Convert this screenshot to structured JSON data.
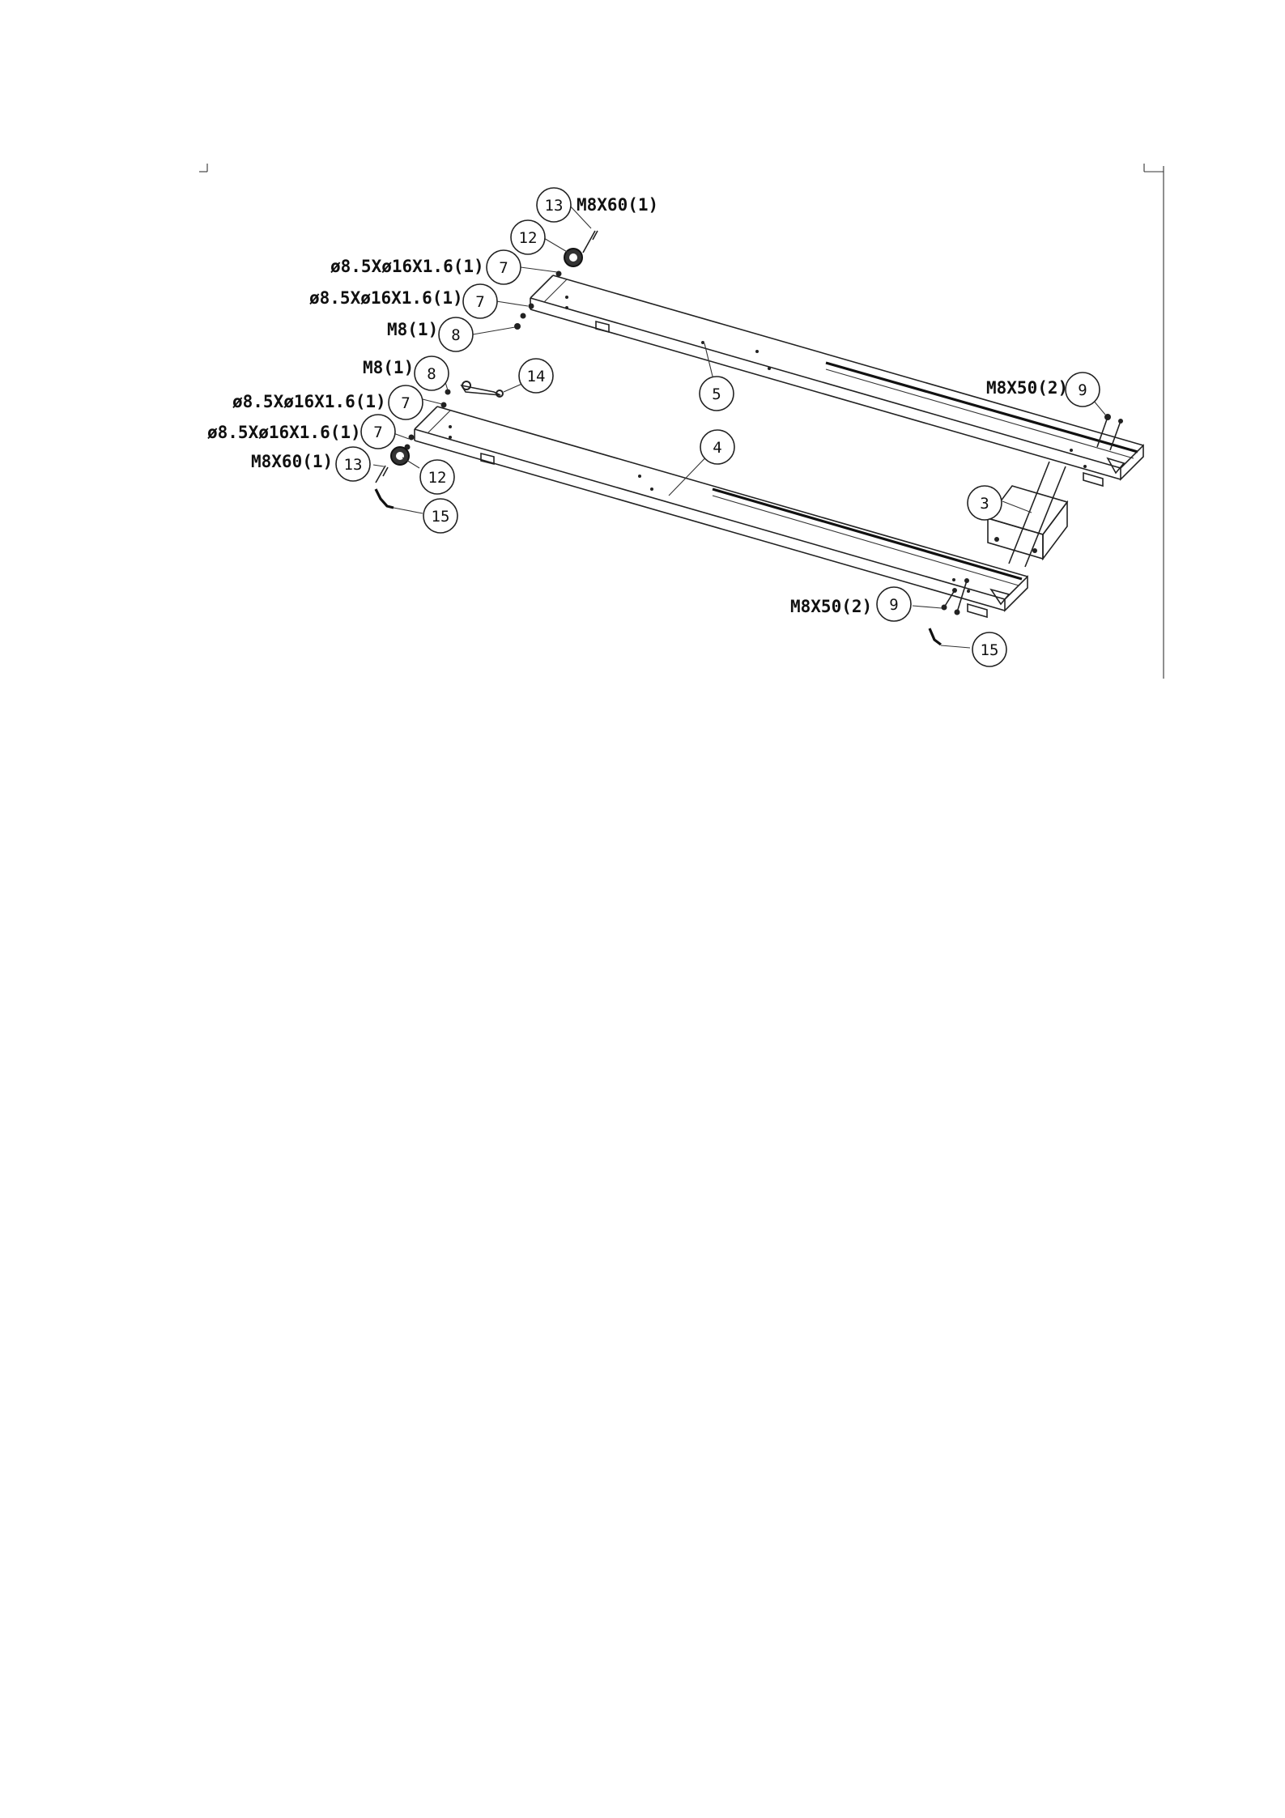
{
  "diagram": {
    "balloons": [
      {
        "id": "b13a",
        "number": "13"
      },
      {
        "id": "b12a",
        "number": "12"
      },
      {
        "id": "b7a",
        "number": "7"
      },
      {
        "id": "b7b",
        "number": "7"
      },
      {
        "id": "b8a",
        "number": "8"
      },
      {
        "id": "b5",
        "number": "5"
      },
      {
        "id": "b9a",
        "number": "9"
      },
      {
        "id": "b8b",
        "number": "8"
      },
      {
        "id": "b14",
        "number": "14"
      },
      {
        "id": "b7c",
        "number": "7"
      },
      {
        "id": "b7d",
        "number": "7"
      },
      {
        "id": "b4",
        "number": "4"
      },
      {
        "id": "b13b",
        "number": "13"
      },
      {
        "id": "b12b",
        "number": "12"
      },
      {
        "id": "b15a",
        "number": "15"
      },
      {
        "id": "b3",
        "number": "3"
      },
      {
        "id": "b9b",
        "number": "9"
      },
      {
        "id": "b15b",
        "number": "15"
      }
    ],
    "specs": [
      {
        "id": "s_m8x60_top",
        "text": "M8X60(1)"
      },
      {
        "id": "s_washer_1",
        "text": "ø8.5Xø16X1.6(1)"
      },
      {
        "id": "s_washer_2",
        "text": "ø8.5Xø16X1.6(1)"
      },
      {
        "id": "s_m8_top",
        "text": "M8(1)"
      },
      {
        "id": "s_m8x50_right",
        "text": "M8X50(2)"
      },
      {
        "id": "s_m8_mid",
        "text": "M8(1)"
      },
      {
        "id": "s_washer_3",
        "text": "ø8.5Xø16X1.6(1)"
      },
      {
        "id": "s_washer_4",
        "text": "ø8.5Xø16X1.6(1)"
      },
      {
        "id": "s_m8x60_bottom",
        "text": "M8X60(1)"
      },
      {
        "id": "s_m8x50_bottom",
        "text": "M8X50(2)"
      }
    ]
  }
}
